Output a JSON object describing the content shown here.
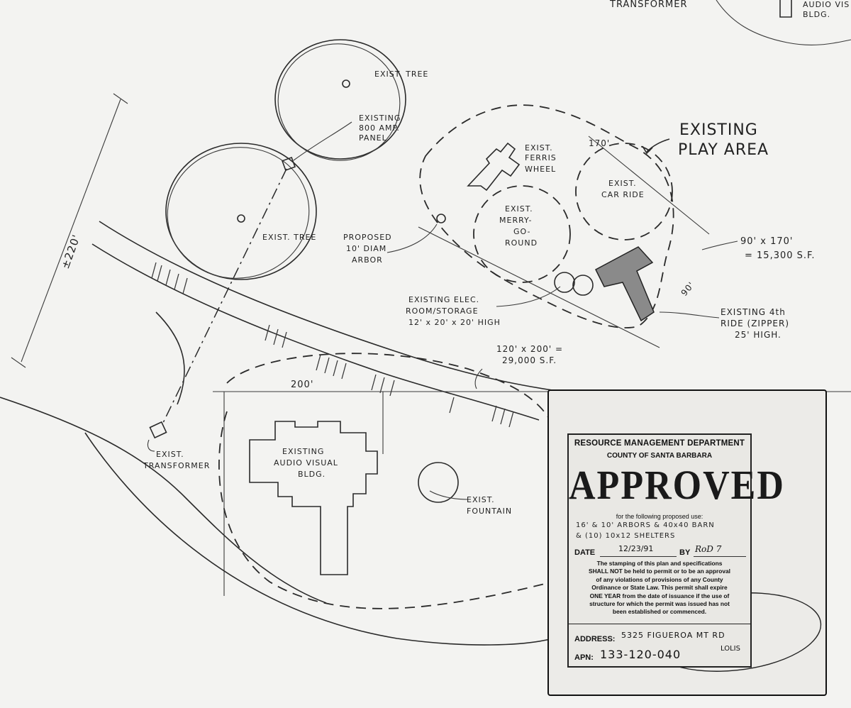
{
  "plan": {
    "transformer_top": "TRANSFORMER",
    "audio_visual_top": "AUDIO VIS",
    "audio_visual_top2": "BLDG.",
    "exist_tree_1": "EXIST. TREE",
    "existing_panel_1": "EXISTING",
    "existing_panel_2": "800 AMP.",
    "existing_panel_3": "PANEL",
    "exist_tree_2": "EXIST. TREE",
    "dim_220": "±220'",
    "existing_play_area_1": "EXISTING",
    "existing_play_area_2": "PLAY AREA",
    "dim_170": "170'",
    "ferris_wheel_1": "EXIST.",
    "ferris_wheel_2": "FERRIS",
    "ferris_wheel_3": "WHEEL",
    "car_ride_1": "EXIST.",
    "car_ride_2": "CAR RIDE",
    "merry_go_round_1": "EXIST.",
    "merry_go_round_2": "MERRY-",
    "merry_go_round_3": "GO-",
    "merry_go_round_4": "ROUND",
    "proposed_arbor_1": "PROPOSED",
    "proposed_arbor_2": "10' DIAM",
    "proposed_arbor_3": "ARBOR",
    "area_90x170_1": "90' x 170'",
    "area_90x170_2": "= 15,300 S.F.",
    "dim_90": "90'",
    "elec_room_1": "EXISTING ELEC.",
    "elec_room_2": "ROOM/STORAGE",
    "elec_room_3": "12' x 20' x 20' HIGH",
    "ride_zipper_1": "EXISTING 4th",
    "ride_zipper_2": "RIDE (ZIPPER)",
    "ride_zipper_3": "25' HIGH.",
    "area_120x200_1": "120' x 200' =",
    "area_120x200_2": "29,000 S.F.",
    "dim_200": "200'",
    "audio_visual_1": "EXISTING",
    "audio_visual_2": "AUDIO VISUAL",
    "audio_visual_3": "BLDG.",
    "transformer_1": "EXIST.",
    "transformer_2": "TRANSFORMER",
    "fountain_1": "EXIST.",
    "fountain_2": "FOUNTAIN"
  },
  "stamp": {
    "department": "RESOURCE MANAGEMENT DEPARTMENT",
    "county": "COUNTY OF SANTA BARBARA",
    "status": "APPROVED",
    "for_line": "for the following proposed use:",
    "use_line_1": "16' & 10' ARBORS & 40x40 BARN",
    "use_line_2": "& (10) 10x12 SHELTERS",
    "date_label": "DATE",
    "date_value": "12/23/91",
    "by_label": "BY",
    "by_value": "RoD 7",
    "fine_print": [
      "The stamping of this plan and specifications",
      "SHALL NOT be held to permit or to be an approval",
      "of any violations of provisions of any County",
      "Ordinance or State Law. This permit shall expire",
      "ONE YEAR from the date of issuance if the use of",
      "structure for which the permit was issued has not",
      "been established or commenced."
    ],
    "address_label": "ADDRESS:",
    "address_value": "5325 FIGUEROA MT RD",
    "address_value_2": "LOLIS",
    "apn_label": "APN:",
    "apn_value": "133-120-040"
  }
}
